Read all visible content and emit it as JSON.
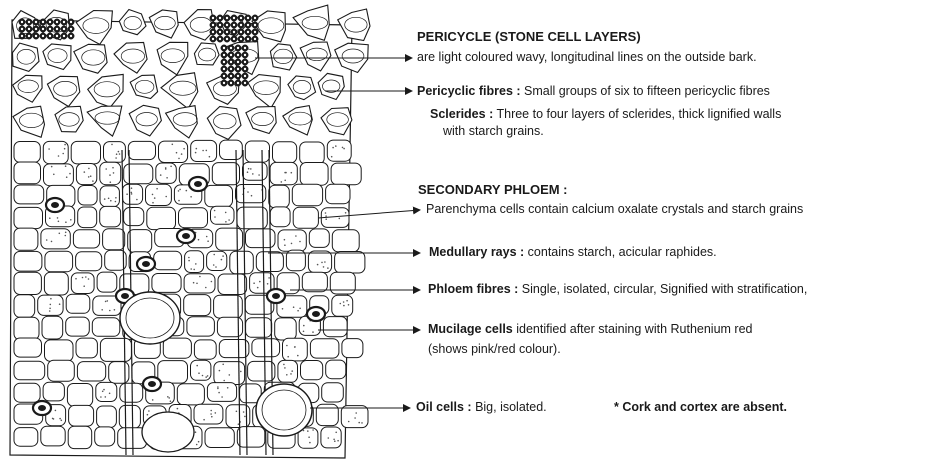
{
  "colors": {
    "ink": "#1a1a1a",
    "paper": "#ffffff",
    "dots": "#555555"
  },
  "labels": {
    "pericycle_heading": "PERICYCLE (STONE CELL LAYERS)",
    "pericycle_desc": "are light coloured wavy,  longitudinal lines on the outside bark.",
    "pericyclic_fibres_term": "Pericyclic fibres :",
    "pericyclic_fibres_desc": " Small groups of six to fifteen pericyclic fibres",
    "sclerides_term": "Sclerides :",
    "sclerides_desc": " Three to four layers of sclerides, thick lignified walls",
    "sclerides_desc2": "with starch grains.",
    "secondary_phloem_heading": "SECONDARY PHLOEM :",
    "parenchyma_desc": "Parenchyma cells contain calcium oxalate crystals and starch grains",
    "medullary_term": "Medullary rays :",
    "medullary_desc": " contains starch, acicular raphides.",
    "phloem_fibres_term": "Phloem fibres :",
    "phloem_fibres_desc": " Single, isolated, circular, Signified with stratification,",
    "mucilage_term": "Mucilage cells",
    "mucilage_desc": " identified after staining with Ruthenium red",
    "mucilage_desc2": "(shows pink/red colour).",
    "oil_term": "Oil cells :",
    "oil_desc": " Big, isolated.",
    "note": "* Cork and cortex are absent."
  }
}
